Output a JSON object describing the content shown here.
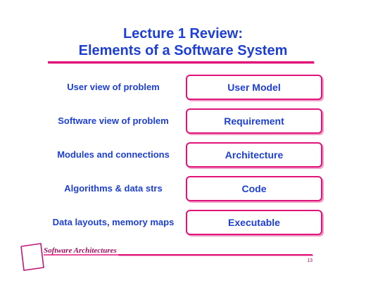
{
  "slide": {
    "title_line1": "Lecture 1 Review:",
    "title_line2": "Elements of a Software System",
    "rows": [
      {
        "label": "User view of problem",
        "box": "User Model"
      },
      {
        "label": "Software view of problem",
        "box": "Requirement"
      },
      {
        "label": "Modules and connections",
        "box": "Architecture"
      },
      {
        "label": "Algorithms & data strs",
        "box": "Code"
      },
      {
        "label": "Data layouts, memory maps",
        "box": "Executable"
      }
    ]
  },
  "footer": {
    "logo_text": "Software Architectures",
    "page_number": "13"
  },
  "colors": {
    "title_blue": "#1d3fd6",
    "accent_magenta": "#e0147a",
    "logo_text": "#a01060"
  }
}
